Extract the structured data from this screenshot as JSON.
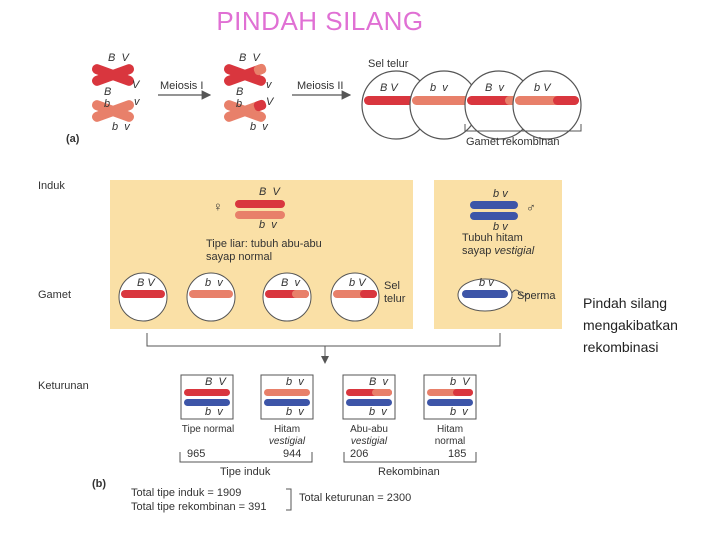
{
  "title": "PINDAH SILANG",
  "side_note": [
    "Pindah silang",
    "mengakibatkan",
    "rekombinasi"
  ],
  "part_a": {
    "label": "(a)",
    "meiosis1": "Meiosis I",
    "meiosis2": "Meiosis II",
    "egg_cell": "Sel telur",
    "recombinant_gametes": "Gamet rekombinan",
    "allele_B": "B",
    "allele_V": "V",
    "allele_b": "b",
    "allele_v": "v"
  },
  "part_b": {
    "label": "(b)",
    "row_parent": "Induk",
    "row_gamete": "Gamet",
    "row_offspring": "Keturunan",
    "female_symbol": "♀",
    "male_symbol": "♂",
    "female_desc_1": "Tipe liar: tubuh abu-abu",
    "female_desc_2": "sayap normal",
    "male_desc_1": "Tubuh hitam",
    "male_desc_2": "sayap ",
    "male_desc_2_it": "vestigial",
    "egg_label_1": "Sel",
    "egg_label_2": "telur",
    "sperm_label": "Sperma",
    "offspring": [
      {
        "line1": "Tipe normal",
        "line2": "",
        "count": "965"
      },
      {
        "line1": "Hitam",
        "line2": "vestigial",
        "count": "944"
      },
      {
        "line1": "Abu-abu",
        "line2": "vestigial",
        "count": "206"
      },
      {
        "line1": "Hitam",
        "line2": "normal",
        "count": "185"
      }
    ],
    "group_parental": "Tipe induk",
    "group_recombinant": "Rekombinan",
    "total_parental": "Total tipe induk = 1909",
    "total_recombinant": "Total tipe rekombinan = 391",
    "total_offspring": "Total keturunan = 2300"
  },
  "colors": {
    "title": "#e070d4",
    "red_chromosome": "#d9363e",
    "salmon_chromosome": "#e8806a",
    "blue_chromosome": "#3d55a8",
    "panel": "#fae0a6"
  }
}
